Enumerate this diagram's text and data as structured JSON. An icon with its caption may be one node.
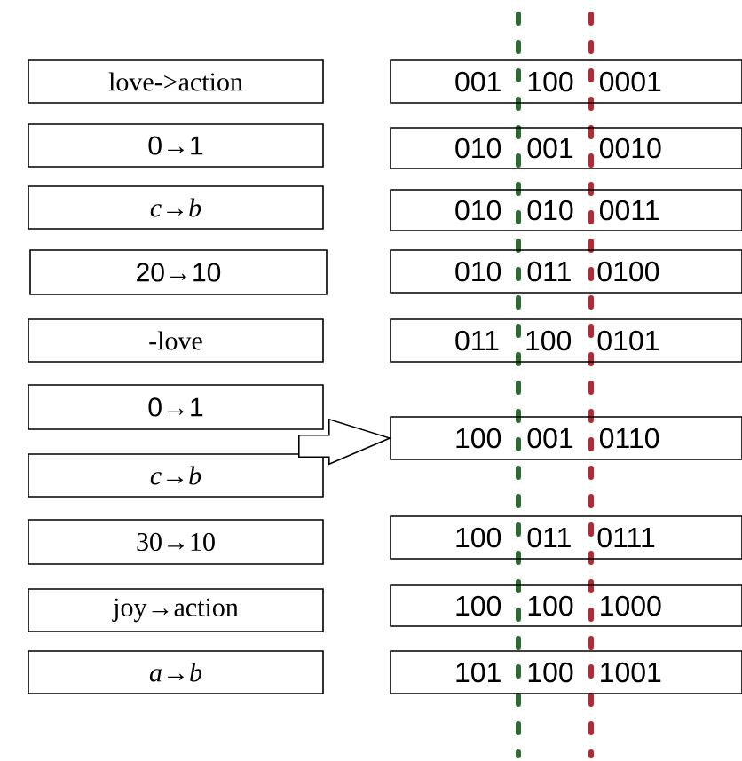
{
  "diagram": {
    "nodes": [
      {
        "text": [
          "love->action"
        ]
      },
      {
        "text": [
          "0→1"
        ]
      },
      {
        "text": [
          "*c*→*b*"
        ]
      },
      {
        "text": [
          "20→10"
        ]
      },
      {
        "text": [
          "-love"
        ]
      },
      {
        "text": [
          "0→1"
        ]
      },
      {
        "text": [
          "*c*→*b*"
        ]
      },
      {
        "text": [
          "30→10"
        ]
      },
      {
        "text": [
          "joy→action"
        ]
      },
      {
        "text": [
          "*a*→*b*"
        ]
      },
      {
        "text": [
          "001 100 0001"
        ]
      },
      {
        "text": [
          "010 001 0010"
        ]
      },
      {
        "text": [
          "010 010 0011"
        ]
      },
      {
        "text": [
          "010 011 0100"
        ]
      },
      {
        "text": [
          "011 100 0101"
        ]
      },
      {
        "text": [
          "100 001 0110"
        ]
      },
      {
        "text": [
          "100 011 0111"
        ]
      },
      {
        "text": [
          "100 100 1000"
        ]
      },
      {
        "text": [
          "101 100 1001"
        ]
      }
    ],
    "edges": [
      {
        "from": 5,
        "to": 15,
        "arrow": "to"
      },
      {
        "from": 6,
        "to": 15,
        "arrow": "to"
      }
    ]
  }
}
